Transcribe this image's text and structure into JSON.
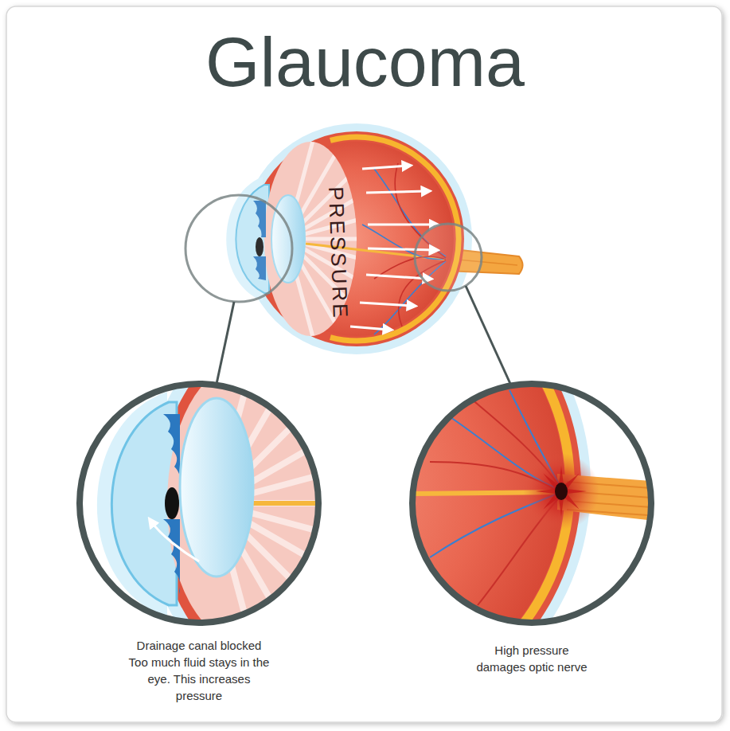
{
  "diagram": {
    "title": "Glaucoma",
    "labels": [
      "PRESSURE",
      "Drainage canal blocked Too much fluid stays in the eye. This increases pressure",
      "High pressure damages optic nerve"
    ]
  }
}
